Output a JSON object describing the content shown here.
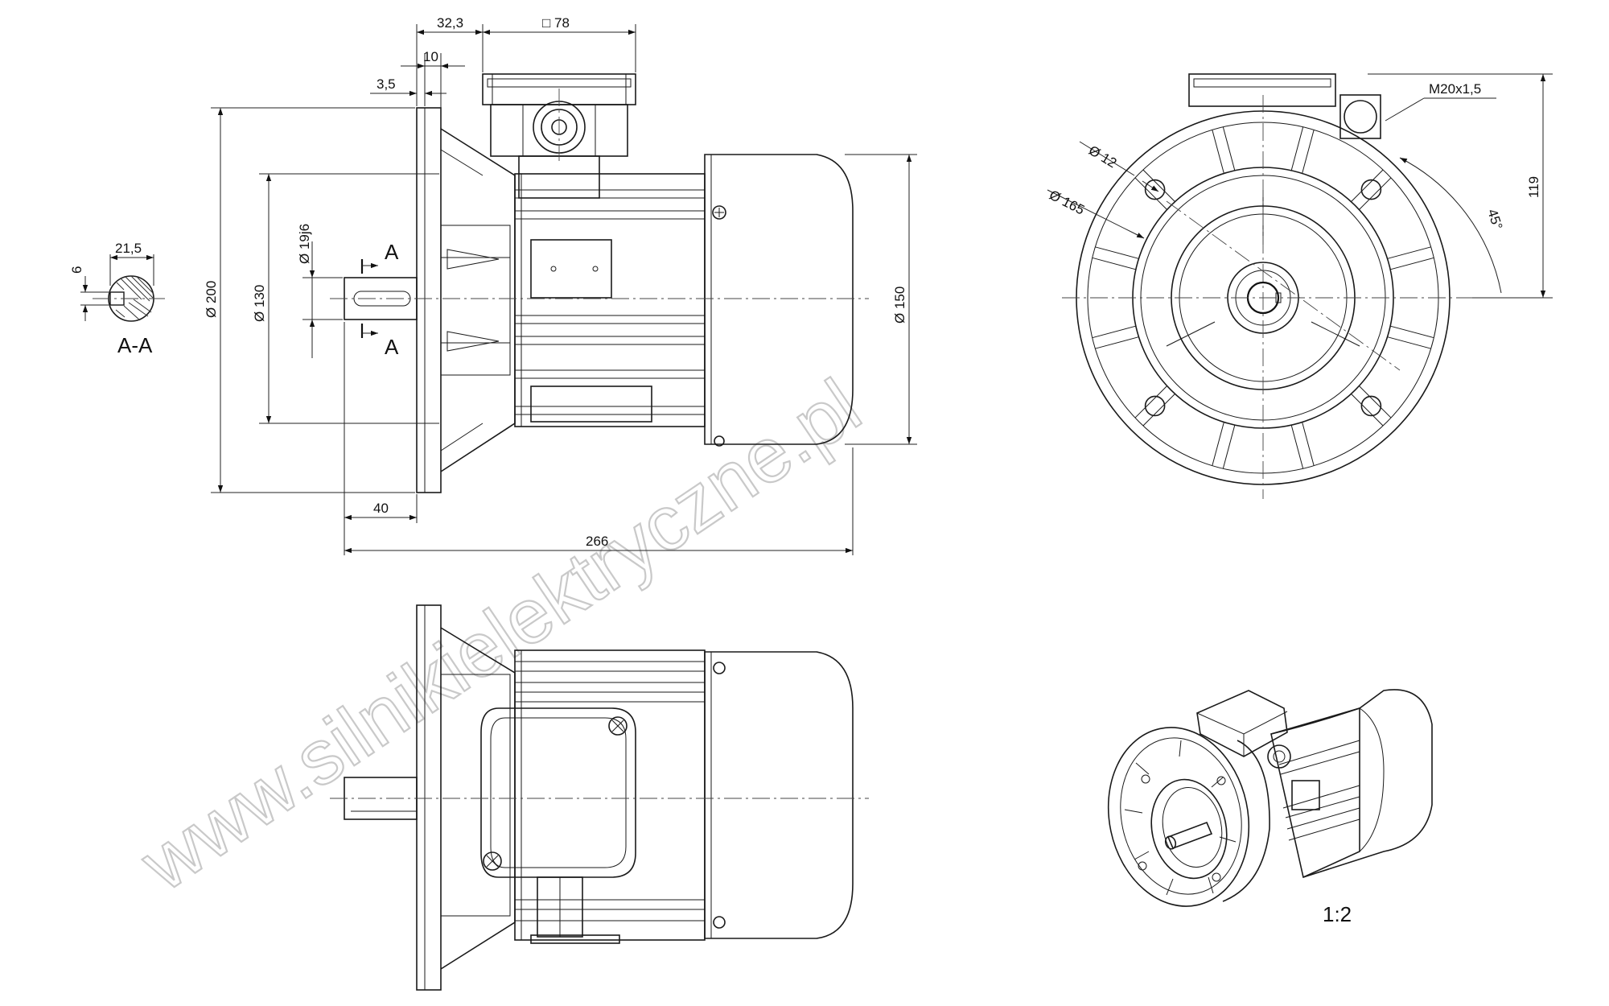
{
  "dimensions": {
    "d_32_3": "32,3",
    "sq_78": "□ 78",
    "d_10": "10",
    "d_3_5": "3,5",
    "d_21_5": "21,5",
    "d_6": "6",
    "d_200": "Ø 200",
    "d_130": "Ø 130",
    "d_19j6": "Ø 19j6",
    "d_150": "Ø 150",
    "d_40": "40",
    "d_266": "266",
    "d_12": "Ø 12",
    "d_165": "Ø 165",
    "m20": "M20x1,5",
    "d_119": "119",
    "ang_45": "45°"
  },
  "labels": {
    "section_a_top": "A",
    "section_a_bottom": "A",
    "section_name": "A-A",
    "scale": "1:2"
  },
  "watermark": "www.silnikielektryczne.pl"
}
